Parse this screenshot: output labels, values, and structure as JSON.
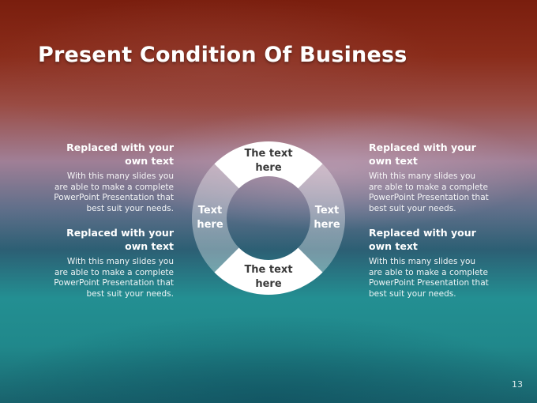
{
  "slide": {
    "title": "Present Condition Of Business",
    "page_number": "13"
  },
  "blocks": [
    {
      "id": "left-top",
      "heading_line1": "Replaced with your",
      "heading_line2": "own text",
      "body": [
        "With this many slides you",
        "are able to make a complete",
        "PowerPoint Presentation that",
        "best suit your needs."
      ]
    },
    {
      "id": "left-bottom",
      "heading_line1": "Replaced with your",
      "heading_line2": "own text",
      "body": [
        "With this many slides you",
        "are able to make a complete",
        "PowerPoint Presentation that",
        "best suit your needs."
      ]
    },
    {
      "id": "right-top",
      "heading_line1": "Replaced with your",
      "heading_line2": "own text",
      "body": [
        "With this many slides you",
        "are able to make a complete",
        "PowerPoint Presentation that",
        "best suit your needs."
      ]
    },
    {
      "id": "right-bottom",
      "heading_line1": "Replaced with your",
      "heading_line2": "own text",
      "body": [
        "With this many slides you",
        "are able to make a complete",
        "PowerPoint Presentation that",
        "best suit your needs."
      ]
    }
  ],
  "ring": {
    "top": [
      "The text",
      "here"
    ],
    "bottom": [
      "The text",
      "here"
    ],
    "left": [
      "Text",
      "here"
    ],
    "right": [
      "Text",
      "here"
    ]
  },
  "colors": {
    "segment_solid": "#ffffff",
    "segment_translucent": "rgba(255,255,255,0.35)"
  }
}
